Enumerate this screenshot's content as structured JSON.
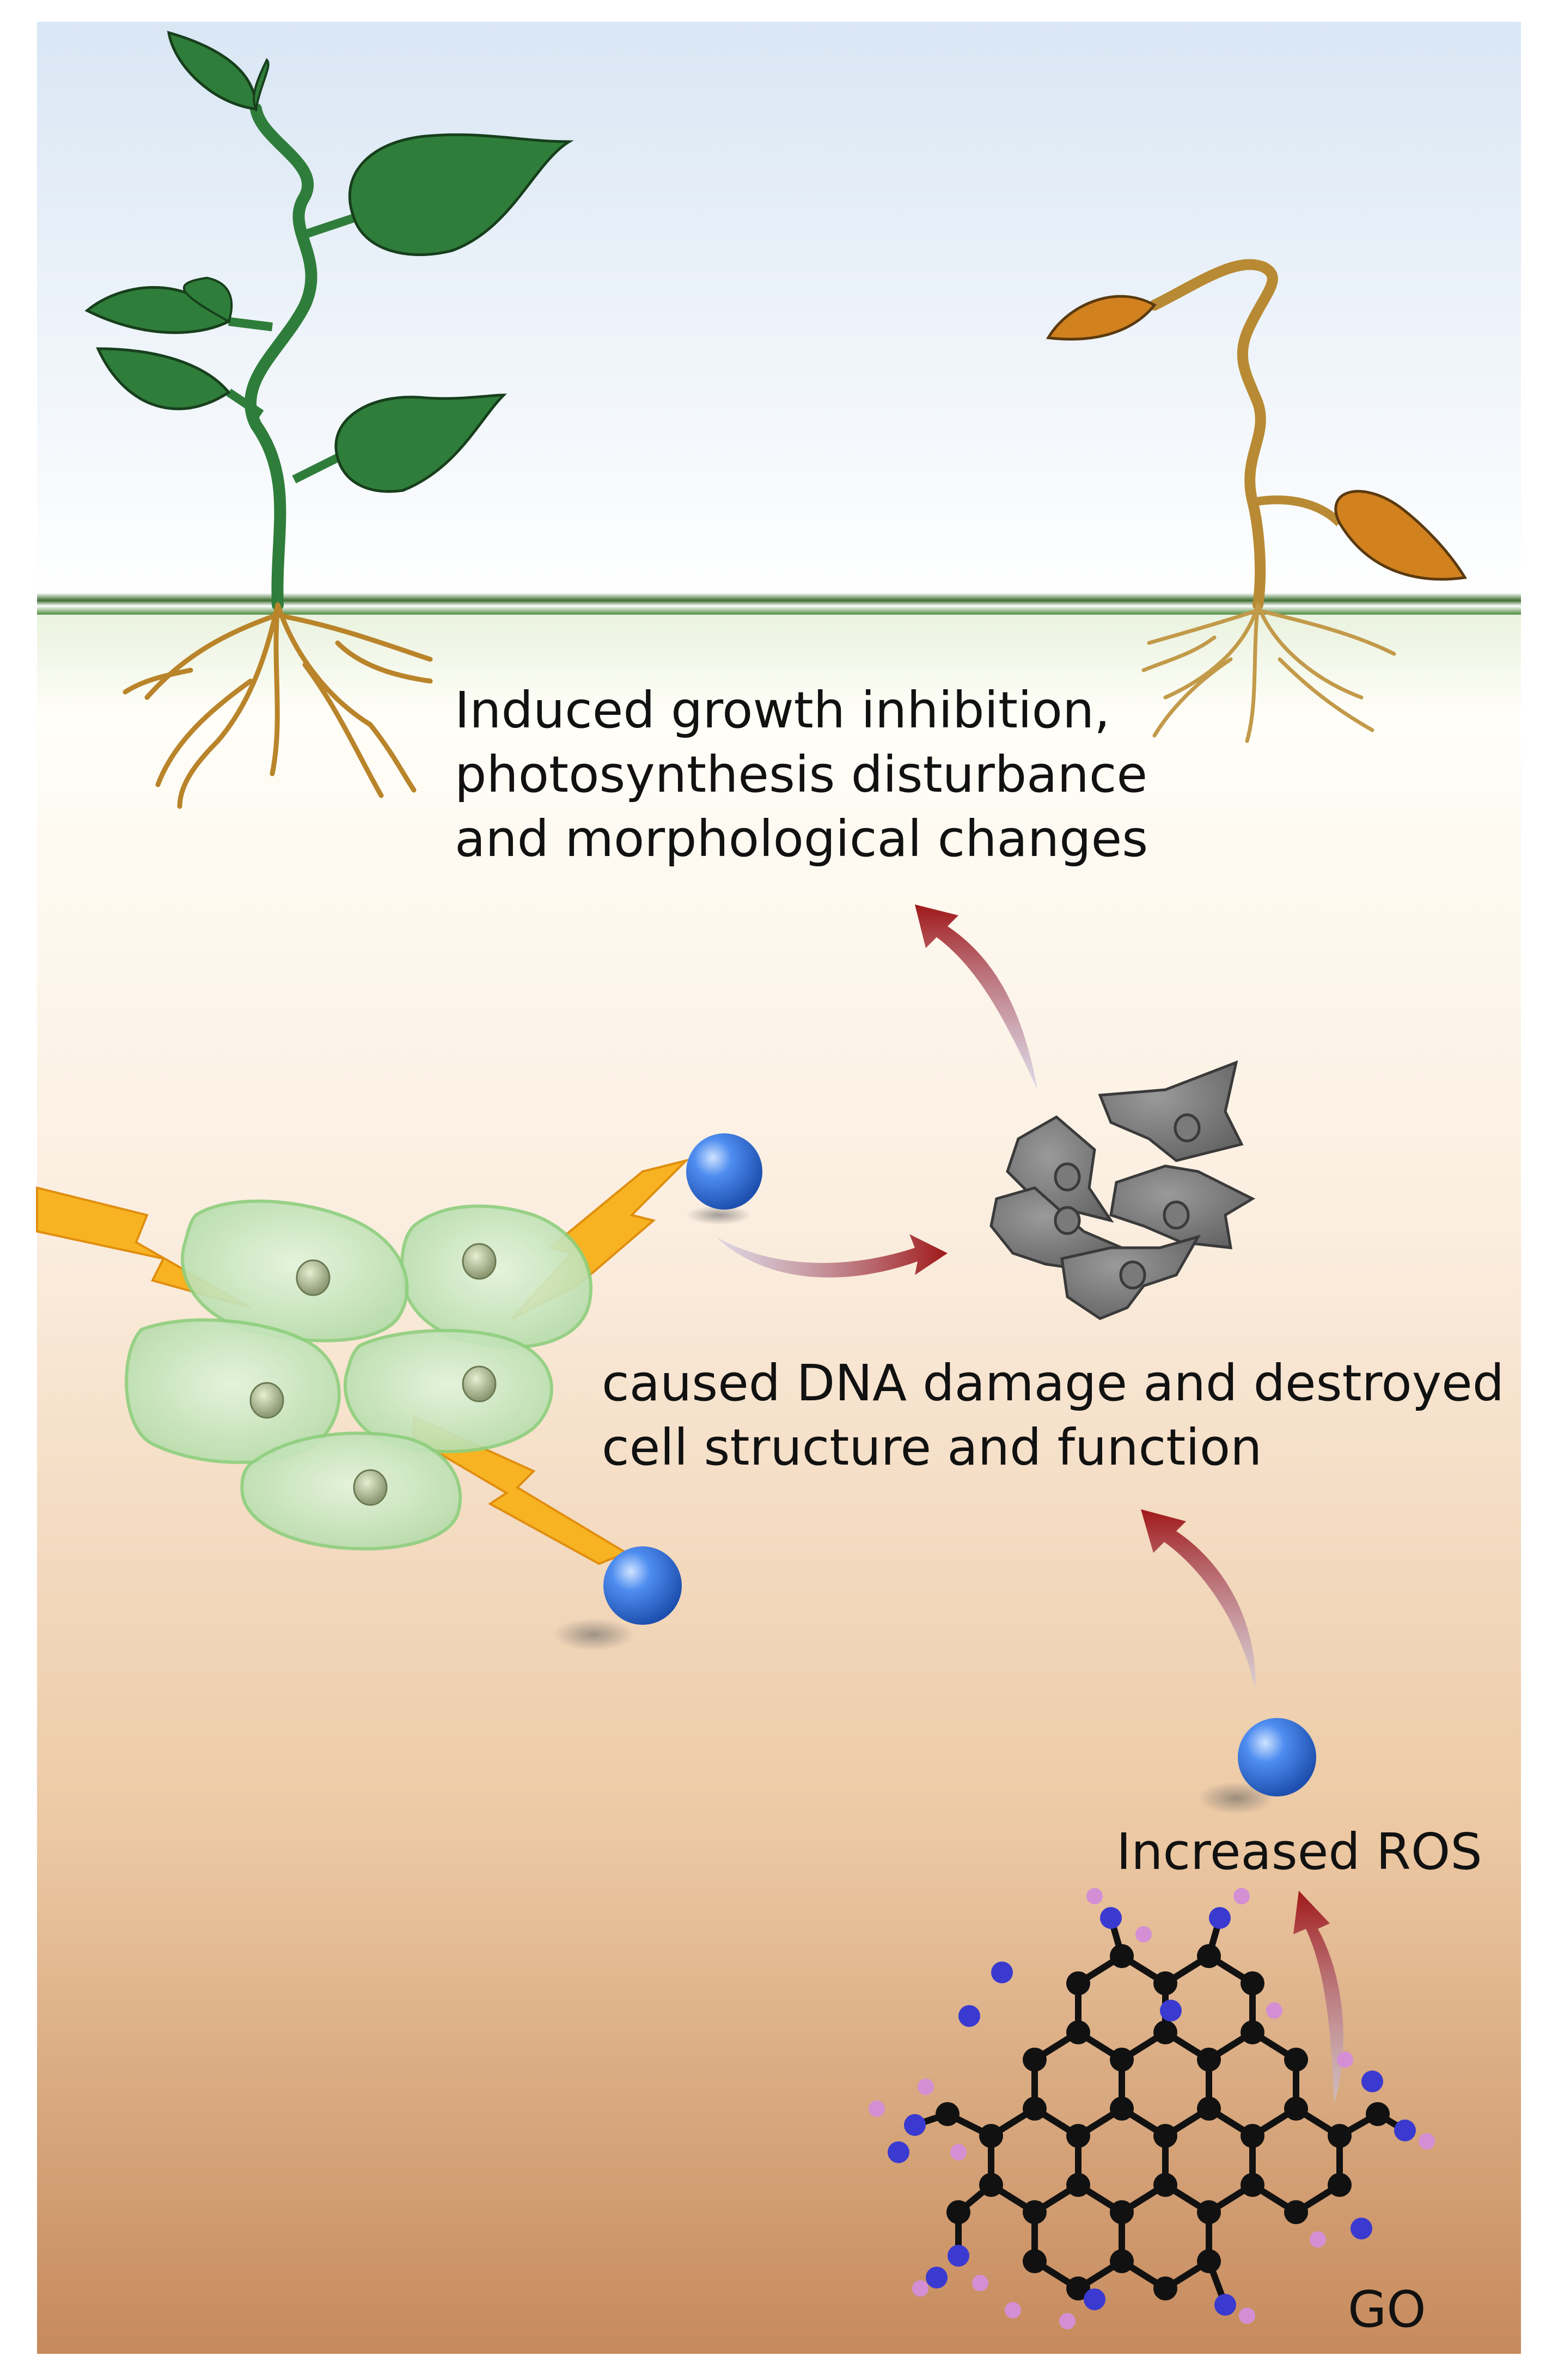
{
  "labels": {
    "growth_effects": "Induced growth inhibition, photosynthesis disturbance and morphological changes",
    "growth_line1": "Induced growth inhibition,",
    "growth_line2": "photosynthesis disturbance",
    "growth_line3": "and morphological changes",
    "dna_line1": "caused DNA damage and destroyed",
    "dna_line2": "cell structure and function",
    "ros": "Increased ROS",
    "go": "GO"
  },
  "colors": {
    "sky_top": "#dfe9f5",
    "sky_bottom": "#ffffff",
    "soil_top": "#fffdf5",
    "soil_bottom": "#c4875a",
    "healthy_leaf": "#2f7d3a",
    "wilted_leaf": "#d2811f",
    "root": "#b9842a",
    "healthy_cell": "#c7e8c0",
    "damaged_cell": "#7b7b7b",
    "ros_sphere": "#2f6fd6",
    "arrow": "#9c1b1b",
    "lightning": "#f7b321",
    "carbon_atom": "#111111",
    "nitrogen_atom": "#3a3ad0",
    "hydrogen_atom": "#d48fd4"
  }
}
